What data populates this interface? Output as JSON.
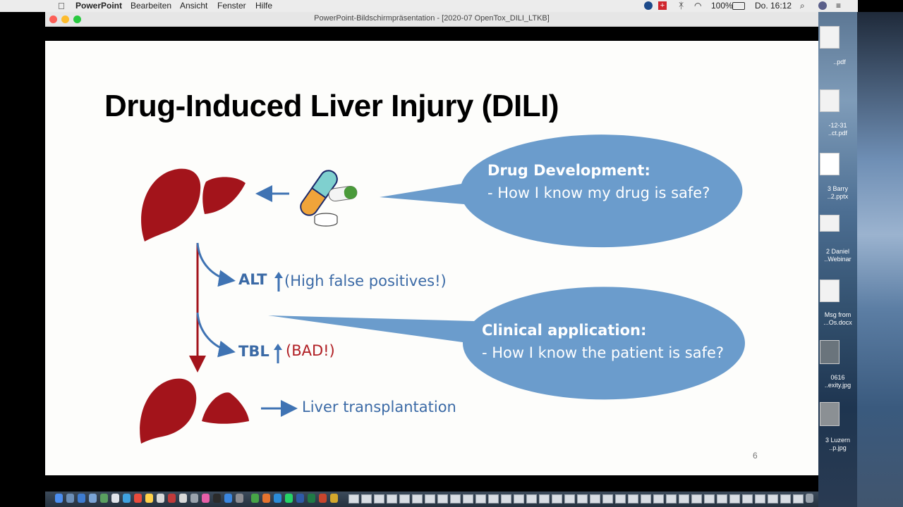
{
  "menubar": {
    "apple_icon": "apple-icon",
    "app_name": "PowerPoint",
    "menus": [
      "Bearbeiten",
      "Ansicht",
      "Fenster",
      "Hilfe"
    ],
    "battery": "100%",
    "clock": "Do. 16:12"
  },
  "window": {
    "title": "PowerPoint-Bildschirmpräsentation - [2020-07 OpenTox_DILI_LTKB]"
  },
  "desktop": {
    "files": [
      {
        "label": "..pdf"
      },
      {
        "label": "-12-31 ..ct.pdf"
      },
      {
        "label": "3 Barry ..2.pptx"
      },
      {
        "label": "2  Daniel ..Webinar"
      },
      {
        "label": "Msg from ...Os.docx"
      },
      {
        "label": "0616 ..exity.jpg"
      },
      {
        "label": "3 Luzern ..p.jpg"
      }
    ]
  },
  "slide": {
    "title": "Drug-Induced Liver Injury (DILI)",
    "bubble1": {
      "heading": "Drug Development:",
      "line": "- How I know my drug is safe?"
    },
    "bubble2": {
      "heading": "Clinical application:",
      "line": "- How I know the patient is safe?"
    },
    "alt_label": "ALT",
    "alt_note": "(High false positives!)",
    "tbl_label": "TBL",
    "tbl_note": "(BAD!)",
    "outcome": "Liver transplantation",
    "page_number": "6"
  },
  "colors": {
    "liver": "#a3141b",
    "bubble": "#6b9ccc",
    "arrow_blue": "#3f73b3",
    "label_blue": "#3b6aa6",
    "bad_red": "#b01e23"
  }
}
